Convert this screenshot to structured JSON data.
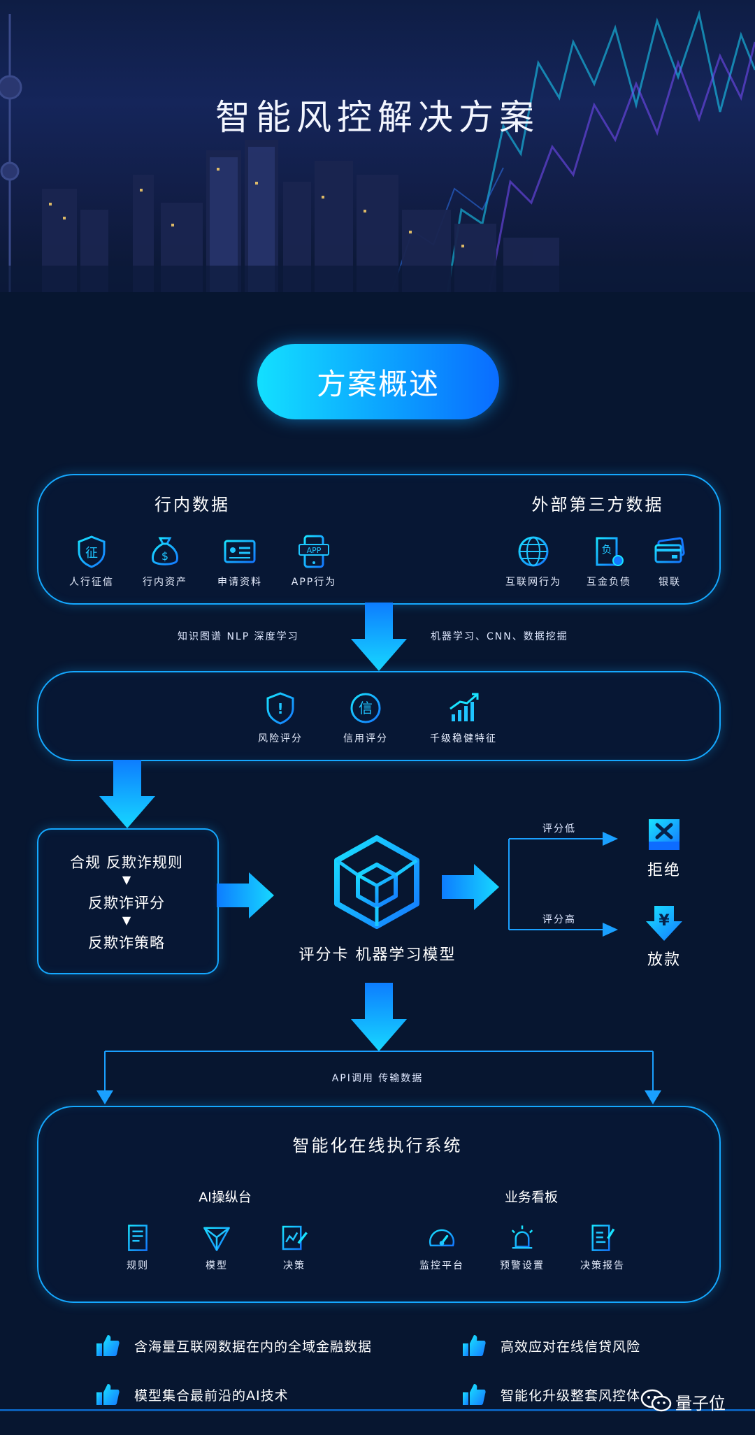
{
  "hero": {
    "title": "智能风控解决方案"
  },
  "overview": {
    "label": "方案概述"
  },
  "data_sources": {
    "internal_title": "行内数据",
    "external_title": "外部第三方数据",
    "internal_items": [
      {
        "label": "人行征信",
        "icon": "credit-report-shield-icon",
        "glyph": "征"
      },
      {
        "label": "行内资产",
        "icon": "money-bag-icon"
      },
      {
        "label": "申请资料",
        "icon": "id-card-icon"
      },
      {
        "label": "APP行为",
        "icon": "mobile-app-icon",
        "glyph": "APP"
      }
    ],
    "external_items": [
      {
        "label": "互联网行为",
        "icon": "globe-icon"
      },
      {
        "label": "互金负债",
        "icon": "debt-document-icon",
        "glyph": "负"
      },
      {
        "label": "银联",
        "icon": "bank-card-icon"
      }
    ]
  },
  "flow_notes": {
    "left": "知识图谱 NLP 深度学习",
    "right": "机器学习、CNN、数据挖掘"
  },
  "scores": {
    "items": [
      {
        "label": "风险评分",
        "icon": "risk-shield-icon",
        "glyph": "!"
      },
      {
        "label": "信用评分",
        "icon": "credit-score-icon",
        "glyph": "信"
      },
      {
        "label": "千级稳健特征",
        "icon": "growth-bars-icon"
      }
    ]
  },
  "rules": {
    "line1": "合规  反欺诈规则",
    "line2": "反欺诈评分",
    "line3": "反欺诈策略",
    "separator": "▼"
  },
  "model": {
    "label": "评分卡 机器学习模型",
    "icon": "cube-model-icon"
  },
  "decisions": {
    "low_label": "评分低",
    "high_label": "评分高",
    "reject_label": "拒绝",
    "approve_label": "放款",
    "reject_icon": "reject-x-icon",
    "approve_icon": "yen-download-icon",
    "yen_glyph": "¥"
  },
  "api_note": "API调用  传输数据",
  "system": {
    "title": "智能化在线执行系统",
    "ai_console": {
      "title": "AI操纵台",
      "items": [
        {
          "label": "规则",
          "icon": "rules-document-icon"
        },
        {
          "label": "模型",
          "icon": "model-triangle-icon"
        },
        {
          "label": "决策",
          "icon": "decision-chart-icon"
        }
      ]
    },
    "dashboard": {
      "title": "业务看板",
      "items": [
        {
          "label": "监控平台",
          "icon": "gauge-icon"
        },
        {
          "label": "预警设置",
          "icon": "alarm-icon"
        },
        {
          "label": "决策报告",
          "icon": "report-icon"
        }
      ]
    }
  },
  "benefits": [
    {
      "text": "含海量互联网数据在内的全域金融数据",
      "icon": "thumbs-up-icon"
    },
    {
      "text": "高效应对在线信贷风险",
      "icon": "thumbs-up-icon"
    },
    {
      "text": "模型集合最前沿的AI技术",
      "icon": "thumbs-up-icon"
    },
    {
      "text": "智能化升级整套风控体",
      "icon": "thumbs-up-icon"
    }
  ],
  "watermark": {
    "text": "量子位",
    "icon": "wechat-icon"
  },
  "colors": {
    "background": "#071630",
    "accent": "#15a8ff",
    "accent_light": "#13e0ff",
    "accent_dark": "#0a6cff"
  }
}
